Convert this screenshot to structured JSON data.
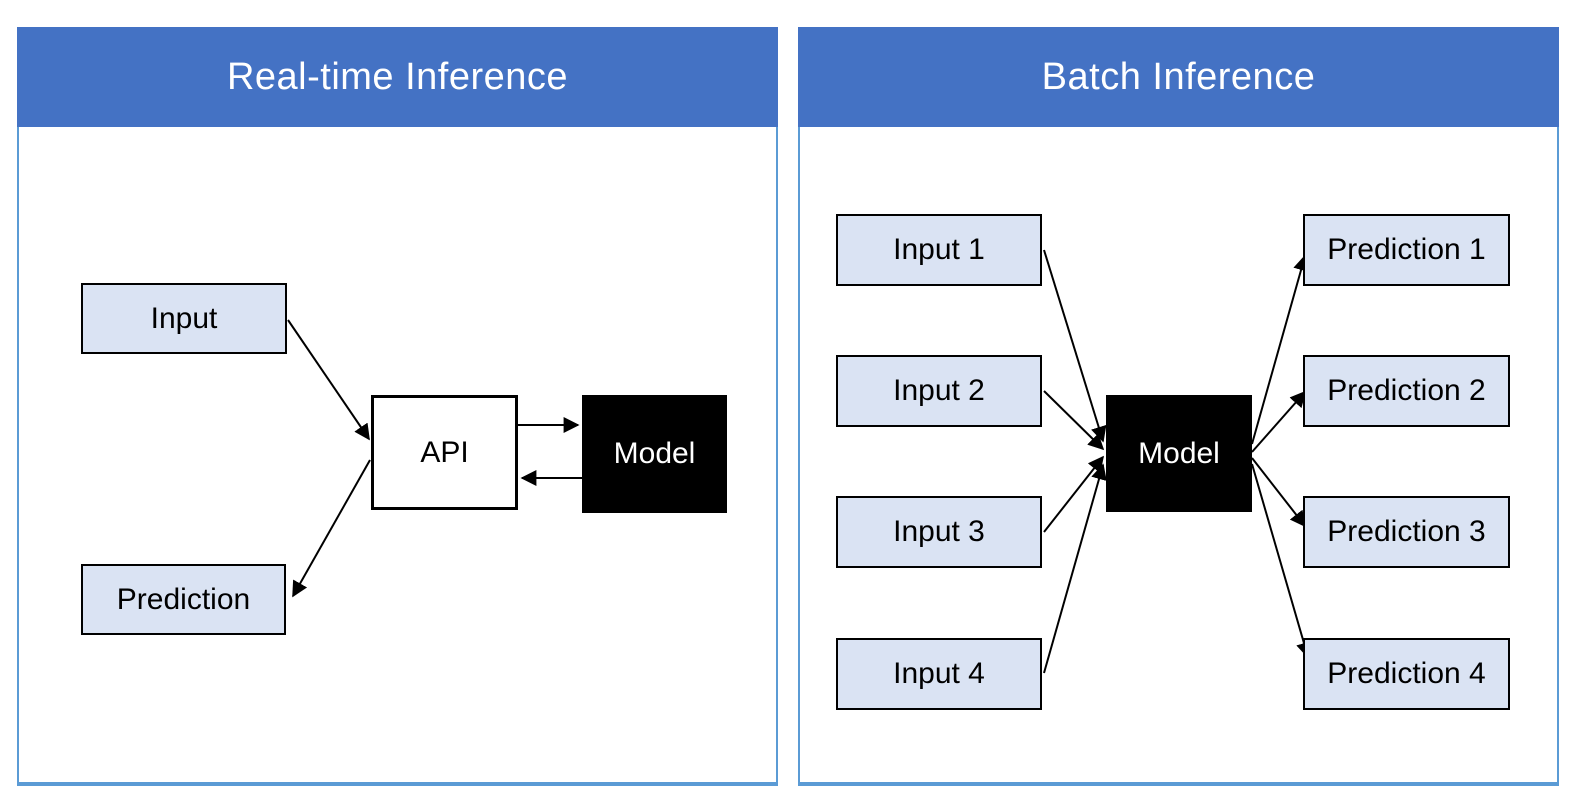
{
  "colors": {
    "header_bg": "#4472C4",
    "header_text": "#FFFFFF",
    "panel_border": "#5B9BD5",
    "node_fill": "#DAE3F3",
    "node_border": "#000000",
    "model_bg": "#000000",
    "model_text": "#FFFFFF",
    "arrow": "#000000"
  },
  "panels": {
    "realtime": {
      "title": "Real-time Inference",
      "nodes": {
        "input": "Input",
        "api": "API",
        "model": "Model",
        "prediction": "Prediction"
      }
    },
    "batch": {
      "title": "Batch Inference",
      "inputs": [
        "Input 1",
        "Input 2",
        "Input 3",
        "Input 4"
      ],
      "model": "Model",
      "predictions": [
        "Prediction 1",
        "Prediction 2",
        "Prediction 3",
        "Prediction 4"
      ]
    }
  }
}
